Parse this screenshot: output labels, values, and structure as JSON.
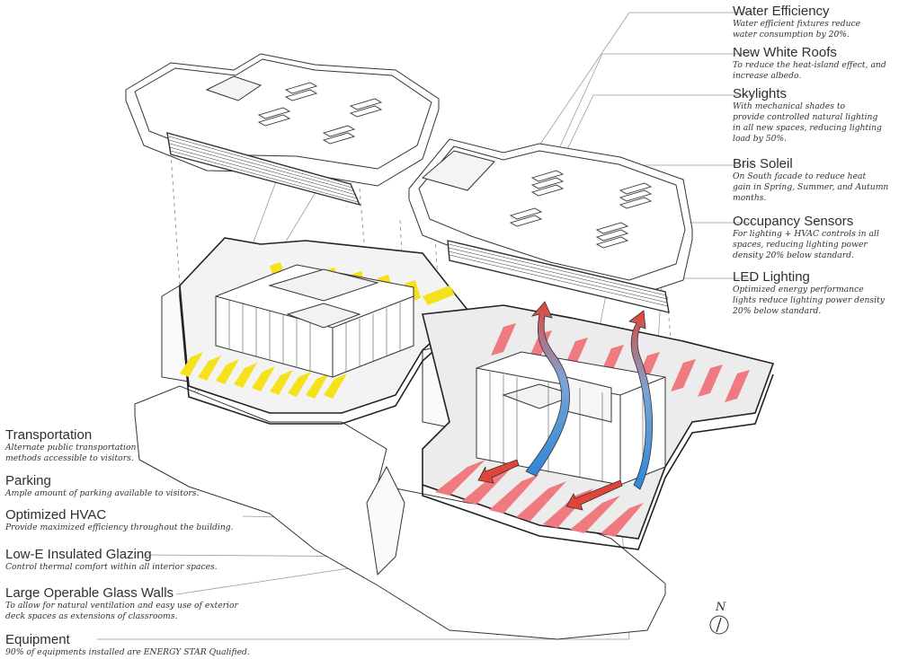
{
  "right_notes": [
    {
      "title": "Water Efficiency",
      "lines": [
        "Water efficient fixtures reduce",
        "water consumption by 20%."
      ]
    },
    {
      "title": "New White Roofs",
      "lines": [
        "To reduce the heat-island effect, and",
        "increase albedo."
      ]
    },
    {
      "title": "Skylights",
      "lines": [
        "With mechanical shades to",
        "provide controlled natural lighting",
        "in all new spaces, reducing lighting",
        "load by 50%."
      ]
    },
    {
      "title": "Bris Soleil",
      "lines": [
        "On South facade to reduce heat",
        "gain in Spring, Summer, and Autumn",
        "months."
      ]
    },
    {
      "title": "Occupancy Sensors",
      "lines": [
        "For lighting + HVAC controls in all",
        "spaces, reducing lighting power",
        "density 20% below standard."
      ]
    },
    {
      "title": "LED Lighting",
      "lines": [
        "Optimized energy performance",
        "lights reduce lighting power density",
        "20% below standard."
      ]
    }
  ],
  "left_notes": [
    {
      "title": "Transportation",
      "lines": [
        "Alternate public transportation",
        "methods accessible to visitors."
      ]
    },
    {
      "title": "Parking",
      "lines": [
        "Ample amount of parking available to visitors."
      ]
    },
    {
      "title": "Optimized HVAC",
      "lines": [
        "Provide maximized efficiency throughout the building."
      ]
    },
    {
      "title": "Low-E Insulated Glazing",
      "lines": [
        "Control thermal comfort within all interior spaces."
      ]
    },
    {
      "title": "Large Operable Glass Walls",
      "lines": [
        "To allow for natural ventilation and easy use of exterior",
        "deck spaces as extensions of classrooms."
      ]
    },
    {
      "title": "Equipment",
      "lines": [
        "90% of equipments installed are ENERGY STAR Qualified."
      ]
    }
  ],
  "north_label": "N",
  "colors": {
    "yellow": "#f5e21a",
    "red": "#ef7a80",
    "blue": "#2f86d6",
    "arrow_red": "#e0453a",
    "line": "#333333",
    "plate": "#e6e6e6"
  }
}
